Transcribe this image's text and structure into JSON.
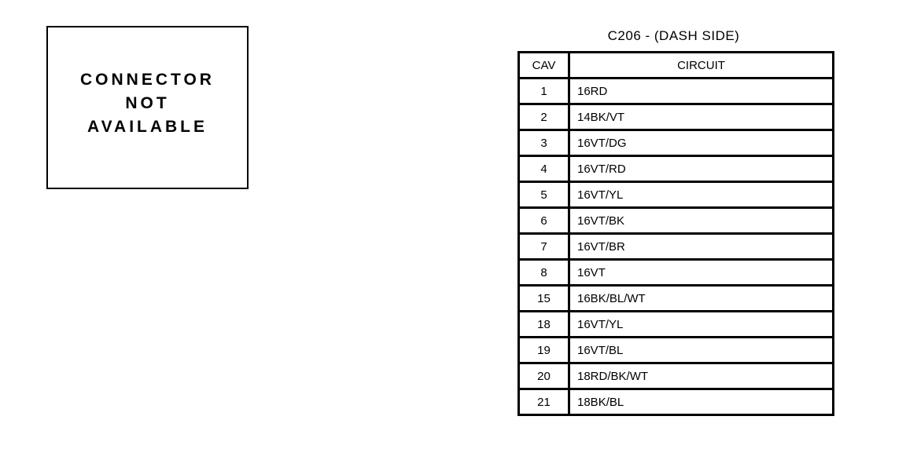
{
  "colors": {
    "ink": "#000000",
    "background": "#ffffff"
  },
  "left_panel": {
    "lines": [
      "CONNECTOR",
      "NOT",
      "AVAILABLE"
    ]
  },
  "table": {
    "title": "C206 - (DASH SIDE)",
    "headers": {
      "cav": "CAV",
      "circuit": "CIRCUIT"
    },
    "rows": [
      {
        "cav": "1",
        "circuit": "16RD"
      },
      {
        "cav": "2",
        "circuit": "14BK/VT"
      },
      {
        "cav": "3",
        "circuit": "16VT/DG"
      },
      {
        "cav": "4",
        "circuit": "16VT/RD"
      },
      {
        "cav": "5",
        "circuit": "16VT/YL"
      },
      {
        "cav": "6",
        "circuit": "16VT/BK"
      },
      {
        "cav": "7",
        "circuit": "16VT/BR"
      },
      {
        "cav": "8",
        "circuit": "16VT"
      },
      {
        "cav": "15",
        "circuit": "16BK/BL/WT"
      },
      {
        "cav": "18",
        "circuit": "16VT/YL"
      },
      {
        "cav": "19",
        "circuit": "16VT/BL"
      },
      {
        "cav": "20",
        "circuit": "18RD/BK/WT"
      },
      {
        "cav": "21",
        "circuit": "18BK/BL"
      }
    ]
  }
}
